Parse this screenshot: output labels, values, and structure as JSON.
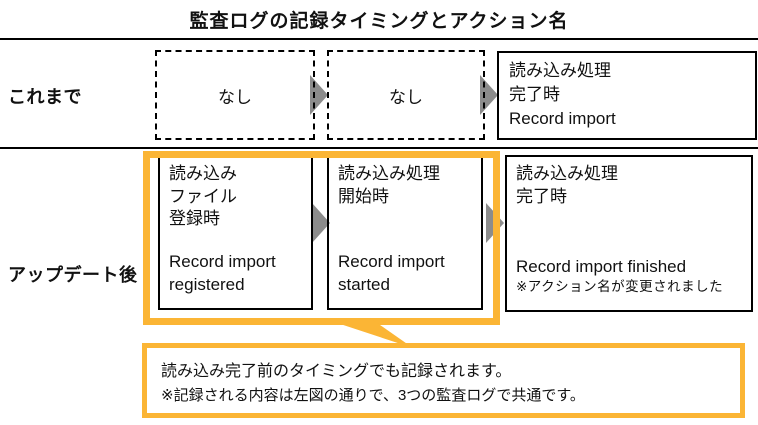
{
  "title": "監査ログの記録タイミングとアクション名",
  "rows": {
    "before": {
      "label": "これまで",
      "box1": "なし",
      "box2": "なし",
      "box3": {
        "lines": [
          "読み込み処理",
          "完了時",
          "Record import"
        ]
      }
    },
    "after": {
      "label": "アップデート後",
      "box1": {
        "top": [
          "読み込み",
          "ファイル",
          "登録時"
        ],
        "bottom": [
          "Record import",
          "registered"
        ]
      },
      "box2": {
        "top": [
          "読み込み処理",
          "開始時"
        ],
        "bottom": [
          "Record import",
          "started"
        ]
      },
      "box3": {
        "top": [
          "読み込み処理",
          "完了時"
        ],
        "action": "Record import finished",
        "note": "※アクション名が変更されました"
      }
    }
  },
  "callout": {
    "line1": "読み込み完了前のタイミングでも記録されます。",
    "line2": "※記録される内容は左図の通りで、3つの監査ログで共通です。"
  },
  "colors": {
    "highlight_orange": "#FBB535",
    "arrow_gray": "#8C8C8C",
    "line_black": "#000000"
  }
}
